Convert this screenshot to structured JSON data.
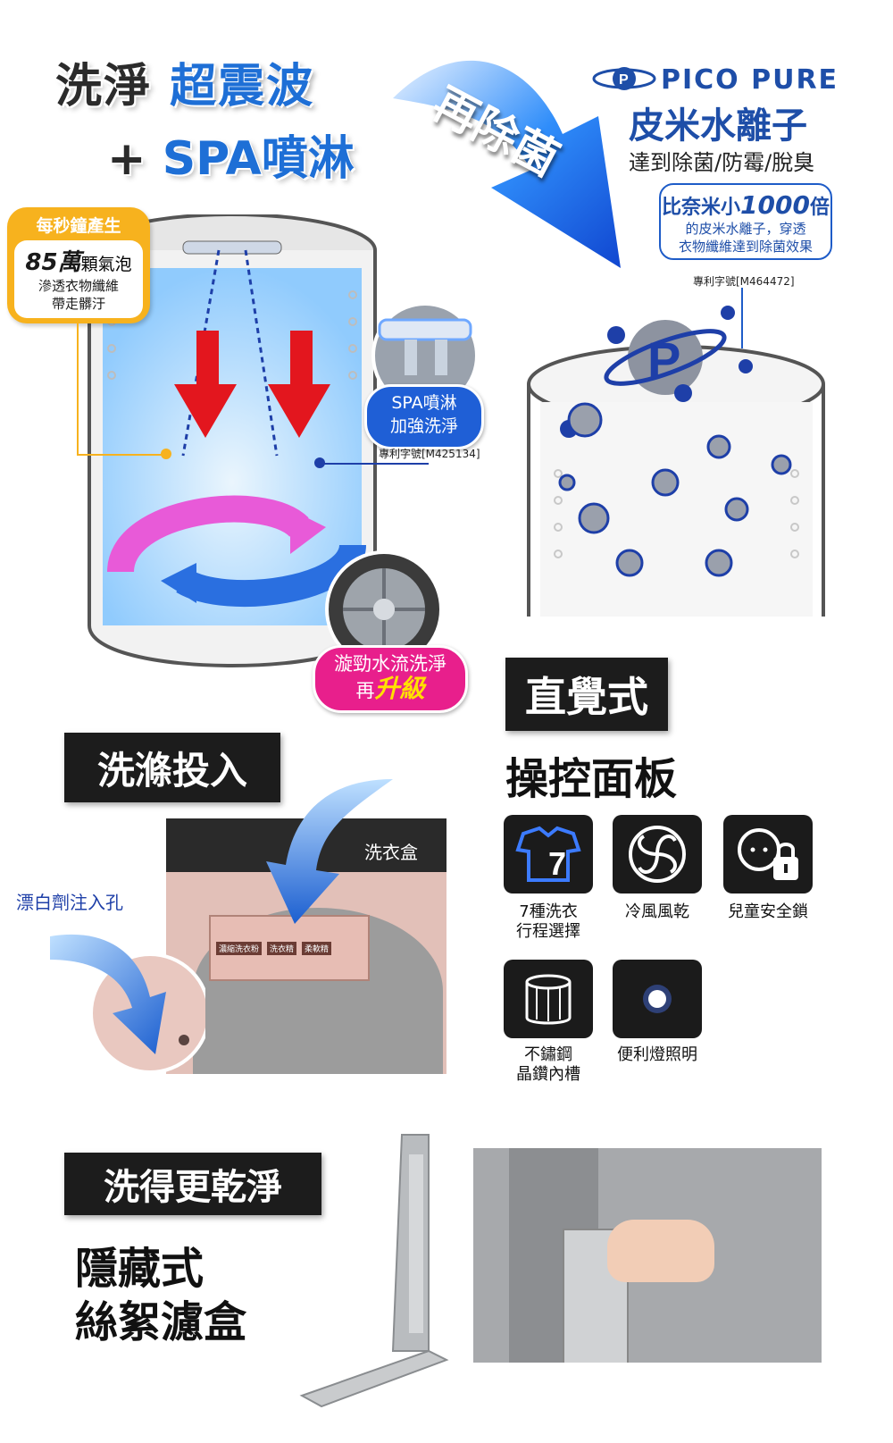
{
  "hero": {
    "wash_prefix": "洗淨",
    "wash_highlight": "超震波",
    "plus": "+",
    "spa_highlight": "SPA噴淋",
    "again": "再除菌"
  },
  "pico": {
    "brand": "PICO PURE",
    "name": "皮米水離子",
    "desc": "達到除菌/防霉/脫臭",
    "smaller_prefix": "比奈米小",
    "smaller_number": "1000",
    "smaller_suffix": "倍",
    "smaller_line2": "的皮米水離子，穿透",
    "smaller_line3": "衣物纖維達到除菌效果",
    "patent": "專利字號[M464472]"
  },
  "bubbles": {
    "header": "每秒鐘產生",
    "big_number": "85萬",
    "big_suffix": "顆氣泡",
    "line1": "滲透衣物纖維",
    "line2": "帶走髒汙"
  },
  "spa_tag": {
    "line1": "SPA噴淋",
    "line2": "加強洗淨",
    "patent": "專利字號[M425134]"
  },
  "vortex_tag": {
    "line1": "漩勁水流洗淨",
    "prefix": "再",
    "emph": "升級"
  },
  "panel": {
    "bar": "直覺式",
    "sub": "操控面板",
    "features": [
      {
        "icon": "shirt-7-icon",
        "label": "7種洗衣\n行程選擇"
      },
      {
        "icon": "fan-icon",
        "label": "冷風風乾"
      },
      {
        "icon": "child-lock-icon",
        "label": "兒童安全鎖"
      },
      {
        "icon": "drum-icon",
        "label": "不鏽鋼\n晶鑽內槽"
      },
      {
        "icon": "light-icon",
        "label": "便利燈照明"
      }
    ]
  },
  "detergent": {
    "bar": "洗滌投入",
    "box_label": "洗衣盒",
    "bleach_label": "漂白劑注入孔",
    "drawer_labels": [
      "濃縮洗衣粉",
      "洗衣精",
      "柔軟精"
    ]
  },
  "filter": {
    "bar": "洗得更乾淨",
    "line1": "隱藏式",
    "line2": "絲絮濾盒"
  },
  "colors": {
    "blue": "#1e5cc8",
    "pink": "#e81f8c",
    "yellow": "#f7b21e",
    "dark": "#1c1c1c"
  }
}
